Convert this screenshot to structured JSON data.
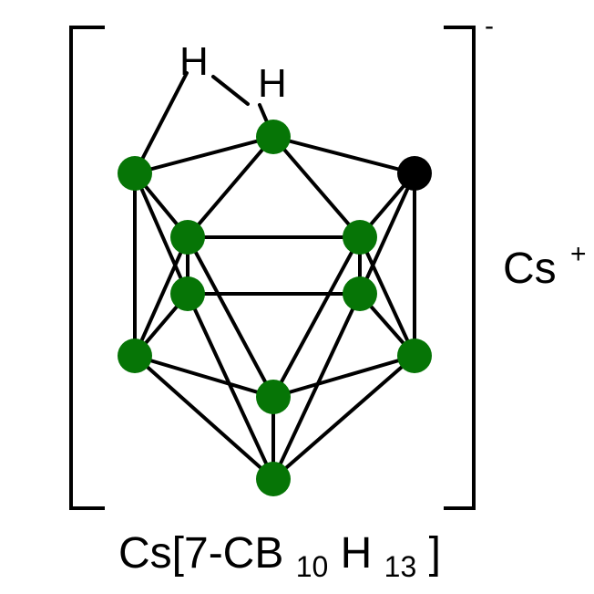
{
  "molecule": {
    "atoms": [
      {
        "id": "H1",
        "element": "H"
      },
      {
        "id": "H2",
        "element": "H"
      },
      {
        "id": "B_top",
        "element": "B"
      },
      {
        "id": "B_left",
        "element": "B"
      },
      {
        "id": "C7",
        "element": "C"
      },
      {
        "id": "B_ul",
        "element": "B"
      },
      {
        "id": "B_ur",
        "element": "B"
      },
      {
        "id": "B_ml",
        "element": "B"
      },
      {
        "id": "B_mr",
        "element": "B"
      },
      {
        "id": "B_ll",
        "element": "B"
      },
      {
        "id": "B_lr",
        "element": "B"
      },
      {
        "id": "B_bc",
        "element": "B"
      },
      {
        "id": "B_bottom",
        "element": "B"
      }
    ],
    "bonds": [
      [
        "H1",
        "B_left"
      ],
      [
        "H1",
        "H2"
      ],
      [
        "H2",
        "B_top"
      ],
      [
        "B_left",
        "B_top"
      ],
      [
        "B_top",
        "C7"
      ],
      [
        "B_left",
        "B_ul"
      ],
      [
        "B_left",
        "B_ml"
      ],
      [
        "B_left",
        "B_ll"
      ],
      [
        "B_top",
        "B_ul"
      ],
      [
        "B_top",
        "B_ur"
      ],
      [
        "C7",
        "B_ur"
      ],
      [
        "C7",
        "B_mr"
      ],
      [
        "C7",
        "B_lr"
      ],
      [
        "B_ul",
        "B_ur"
      ],
      [
        "B_ml",
        "B_mr"
      ],
      [
        "B_ul",
        "B_ml"
      ],
      [
        "B_ur",
        "B_mr"
      ],
      [
        "B_ul",
        "B_ll"
      ],
      [
        "B_ur",
        "B_lr"
      ],
      [
        "B_ul",
        "B_bc"
      ],
      [
        "B_ur",
        "B_bc"
      ],
      [
        "B_ml",
        "B_ll"
      ],
      [
        "B_mr",
        "B_lr"
      ],
      [
        "B_ml",
        "B_bottom"
      ],
      [
        "B_mr",
        "B_bottom"
      ],
      [
        "B_ll",
        "B_bc"
      ],
      [
        "B_lr",
        "B_bc"
      ],
      [
        "B_ll",
        "B_bottom"
      ],
      [
        "B_lr",
        "B_bottom"
      ],
      [
        "B_bc",
        "B_bottom"
      ]
    ]
  },
  "labels": {
    "h1": "H",
    "h2": "H",
    "anion_charge": "-",
    "cation": "Cs",
    "cation_charge": "+",
    "formula": {
      "prefix": "Cs[7-CB",
      "sub1": "10",
      "mid": "H",
      "sub2": "13",
      "suffix": "]"
    }
  },
  "colors": {
    "boron": "#067506",
    "carbon": "#000000",
    "bond": "#000000",
    "background": "#ffffff"
  }
}
